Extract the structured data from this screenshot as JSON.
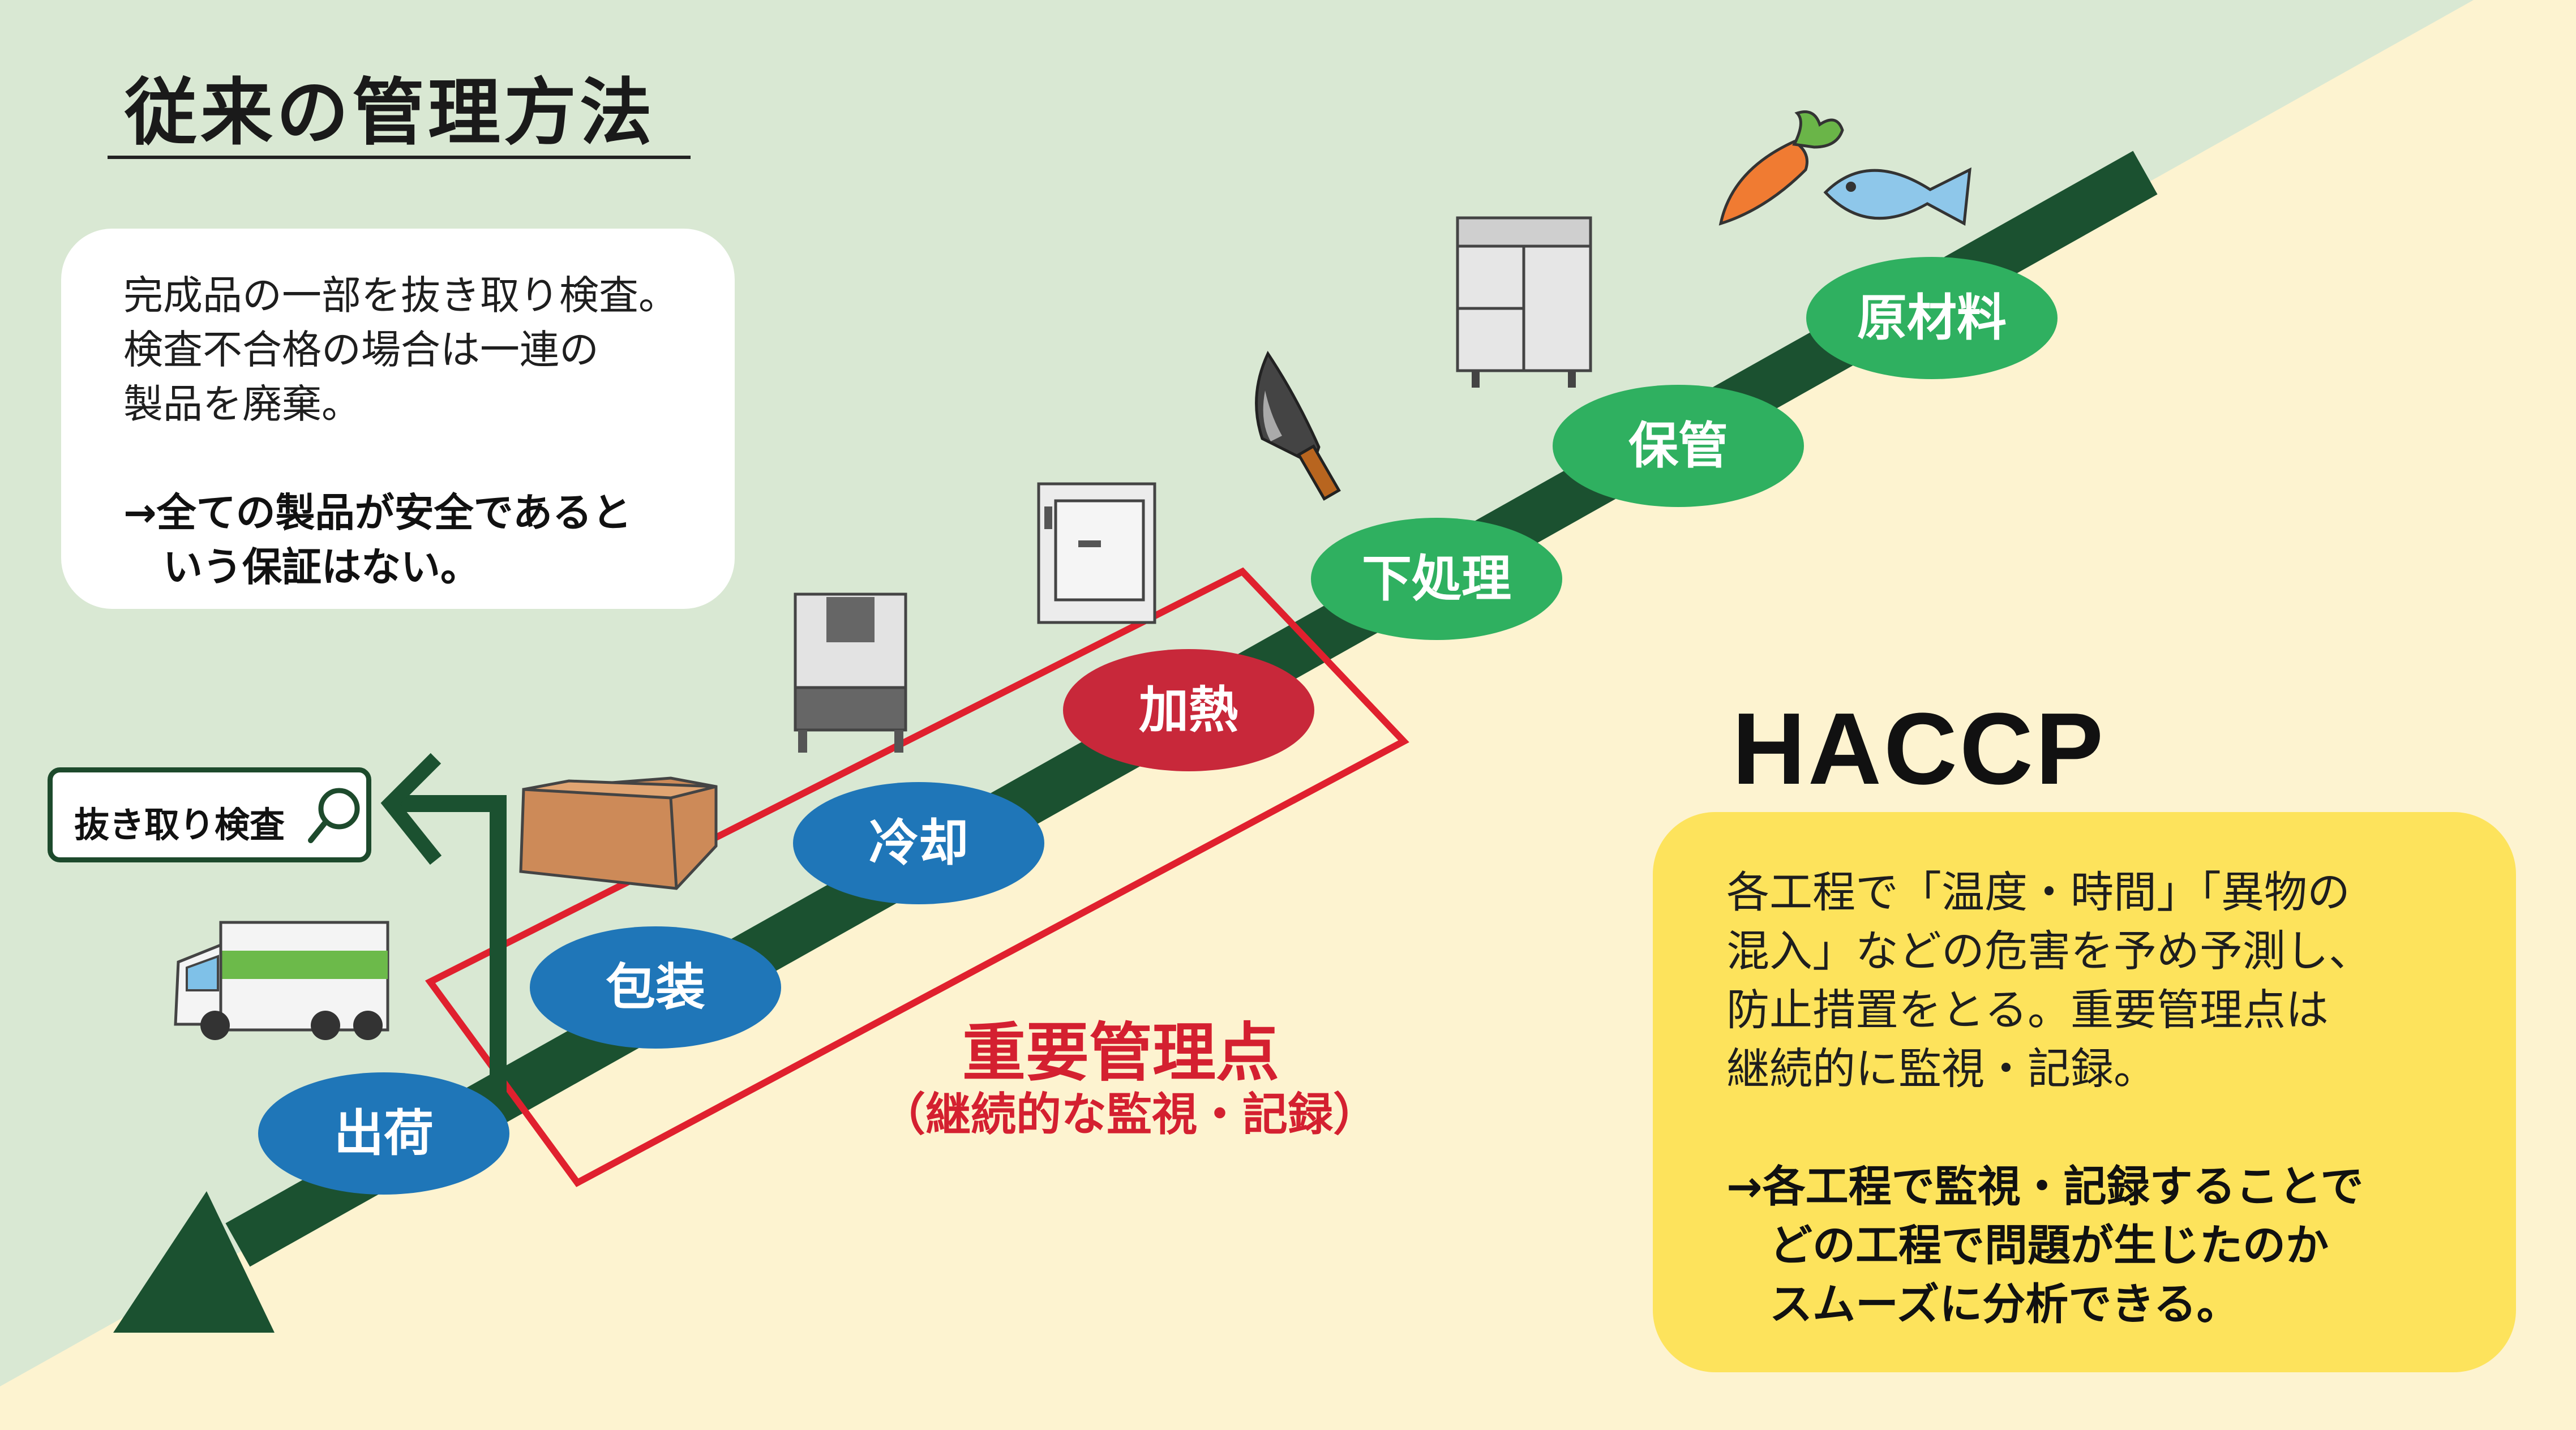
{
  "traditional": {
    "title": "従来の管理方法",
    "description_lines": [
      "完成品の一部を抜き取り検査。",
      "検査不合格の場合は一連の",
      "製品を廃棄。"
    ],
    "conclusion_lines": [
      "→全ての製品が安全であると",
      "　いう保証はない。"
    ],
    "inspection_label": "抜き取り検査"
  },
  "haccp": {
    "title": "HACCP",
    "description_lines": [
      "各工程で「温度・時間」「異物の",
      "混入」などの危害を予め予測し、",
      "防止措置をとる。重要管理点は",
      "継続的に監視・記録。"
    ],
    "conclusion_lines": [
      "→各工程で監視・記録することで",
      "　どの工程で問題が生じたのか",
      "　スムーズに分析できる。"
    ]
  },
  "ccp": {
    "title": "重要管理点",
    "subtitle": "（継続的な監視・記録）"
  },
  "steps": [
    {
      "label": "原材料",
      "type": "normal"
    },
    {
      "label": "保管",
      "type": "normal"
    },
    {
      "label": "下処理",
      "type": "normal"
    },
    {
      "label": "加熱",
      "type": "ccp"
    },
    {
      "label": "冷却",
      "type": "shipping"
    },
    {
      "label": "包装",
      "type": "shipping"
    },
    {
      "label": "出荷",
      "type": "shipping"
    }
  ],
  "colors": {
    "green_bg": "#d9e8d3",
    "cream_bg": "#fdf3d0",
    "arrow": "#1b5130",
    "step_green": "#2fb060",
    "step_blue": "#1f76b8",
    "step_red": "#c8283a",
    "ccp_frame": "#e0202e",
    "note_yellow": "#fde35c"
  },
  "icons": [
    "carrot-icon",
    "fish-icon",
    "refrigerator-icon",
    "knife-icon",
    "oven-icon",
    "blast-chiller-icon",
    "cardboard-box-icon",
    "delivery-truck-icon",
    "search-icon"
  ]
}
